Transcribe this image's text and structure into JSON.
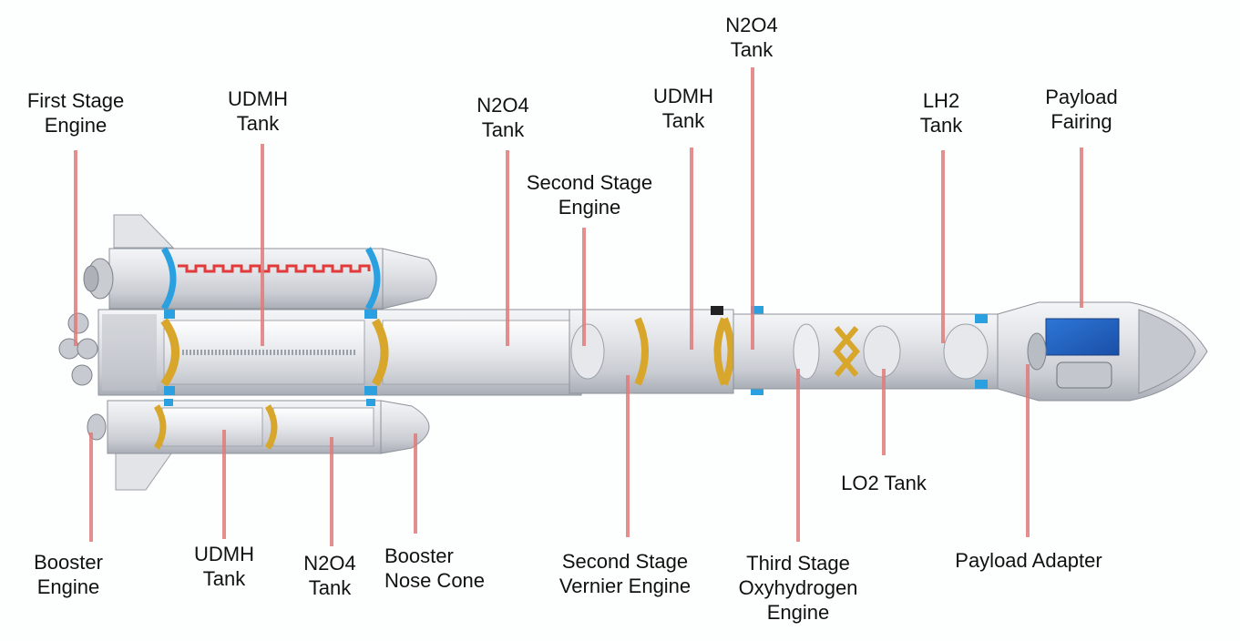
{
  "title": "Launch vehicle cutaway diagram",
  "colors": {
    "leader_line": "#e07a7a",
    "body": "#d9dbdf",
    "blue_band": "#2aa0e0",
    "gold_dome": "#d7a62a",
    "red_dash": "#e23a3a",
    "payload_blue": "#1f6fd1"
  },
  "labels": {
    "first_stage_engine": [
      "First Stage",
      "Engine"
    ],
    "upper_udmh_tank_1": [
      "UDMH",
      "Tank"
    ],
    "upper_n2o4_tank_1": [
      "N2O4",
      "Tank"
    ],
    "second_stage_engine": [
      "Second Stage",
      "Engine"
    ],
    "upper_udmh_tank_2": [
      "UDMH",
      "Tank"
    ],
    "upper_n2o4_tank_2": [
      "N2O4",
      "Tank"
    ],
    "lh2_tank": [
      "LH2",
      "Tank"
    ],
    "payload_fairing": [
      "Payload",
      "Fairing"
    ],
    "booster_engine": [
      "Booster",
      "Engine"
    ],
    "booster_udmh_tank": [
      "UDMH",
      "Tank"
    ],
    "booster_n2o4_tank": [
      "N2O4",
      "Tank"
    ],
    "booster_nose_cone": [
      "Booster",
      "Nose Cone"
    ],
    "second_stage_vernier_engine": [
      "Second Stage",
      "Vernier Engine"
    ],
    "lo2_tank": [
      "LO2 Tank"
    ],
    "third_stage_oxyhydrogen_engine": [
      "Third Stage",
      "Oxyhydrogen",
      "Engine"
    ],
    "payload_adapter": [
      "Payload Adapter"
    ]
  }
}
